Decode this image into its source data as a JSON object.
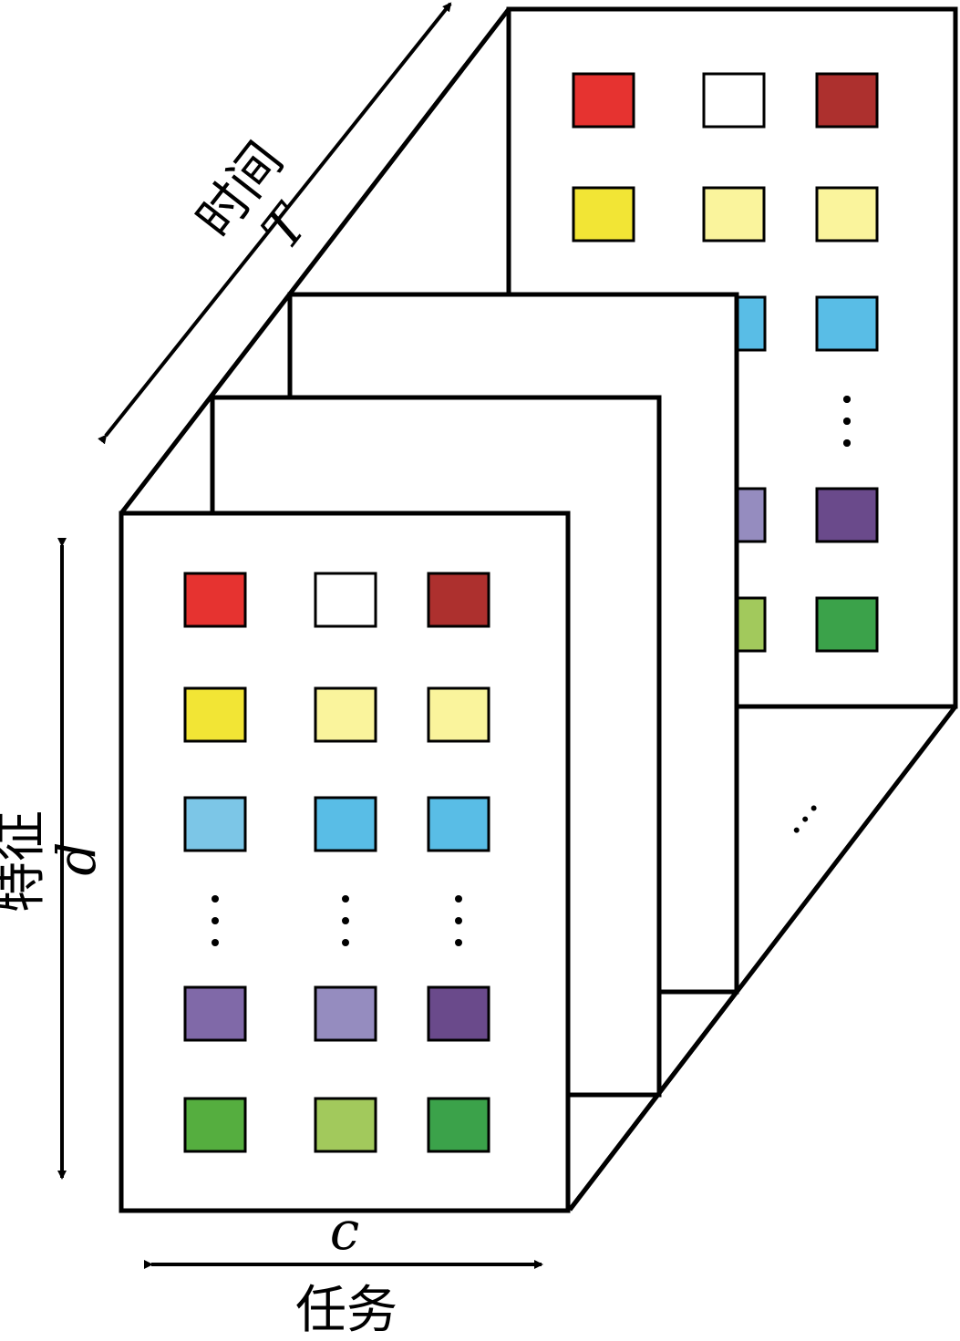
{
  "labels": {
    "time_label": "时间",
    "time_symbol": "T",
    "feature_label": "特征",
    "feature_symbol": "d",
    "task_label": "任务",
    "task_symbol": "c",
    "ellipsis_between_frames": "…"
  },
  "grid": {
    "columns": 3,
    "rows": [
      {
        "kind": "colors",
        "colors": [
          "#e63330",
          "#ffffff",
          "#ad302e"
        ]
      },
      {
        "kind": "colors",
        "colors": [
          "#f2e535",
          "#faf49c",
          "#faf49c"
        ]
      },
      {
        "kind": "colors",
        "colors": [
          "#7cc6e7",
          "#59bde6",
          "#59bde6"
        ]
      },
      {
        "kind": "dots"
      },
      {
        "kind": "colors",
        "colors": [
          "#8069a8",
          "#958cbf",
          "#6a4a8b"
        ]
      },
      {
        "kind": "colors",
        "colors": [
          "#55ae3f",
          "#a2c95c",
          "#3ba24a"
        ]
      }
    ],
    "back_frame_visible_columns": [
      0,
      1,
      2
    ]
  }
}
